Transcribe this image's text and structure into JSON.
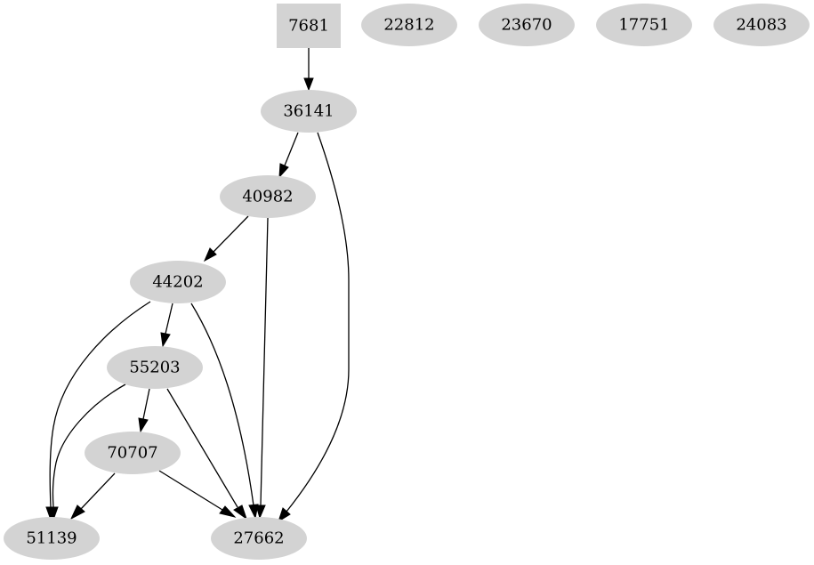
{
  "graph": {
    "type": "directed",
    "node_fill": "#d3d3d3",
    "edge_color": "#000000",
    "nodes": [
      {
        "id": "7681",
        "label": "7681",
        "shape": "box"
      },
      {
        "id": "22812",
        "label": "22812",
        "shape": "ellipse"
      },
      {
        "id": "23670",
        "label": "23670",
        "shape": "ellipse"
      },
      {
        "id": "17751",
        "label": "17751",
        "shape": "ellipse"
      },
      {
        "id": "24083",
        "label": "24083",
        "shape": "ellipse"
      },
      {
        "id": "36141",
        "label": "36141",
        "shape": "ellipse"
      },
      {
        "id": "40982",
        "label": "40982",
        "shape": "ellipse"
      },
      {
        "id": "44202",
        "label": "44202",
        "shape": "ellipse"
      },
      {
        "id": "55203",
        "label": "55203",
        "shape": "ellipse"
      },
      {
        "id": "70707",
        "label": "70707",
        "shape": "ellipse"
      },
      {
        "id": "51139",
        "label": "51139",
        "shape": "ellipse"
      },
      {
        "id": "27662",
        "label": "27662",
        "shape": "ellipse"
      }
    ],
    "edges": [
      {
        "from": "7681",
        "to": "36141"
      },
      {
        "from": "36141",
        "to": "40982"
      },
      {
        "from": "36141",
        "to": "27662"
      },
      {
        "from": "40982",
        "to": "44202"
      },
      {
        "from": "40982",
        "to": "27662"
      },
      {
        "from": "44202",
        "to": "55203"
      },
      {
        "from": "44202",
        "to": "51139"
      },
      {
        "from": "44202",
        "to": "27662"
      },
      {
        "from": "55203",
        "to": "70707"
      },
      {
        "from": "55203",
        "to": "51139"
      },
      {
        "from": "55203",
        "to": "27662"
      },
      {
        "from": "70707",
        "to": "51139"
      },
      {
        "from": "70707",
        "to": "27662"
      }
    ]
  }
}
